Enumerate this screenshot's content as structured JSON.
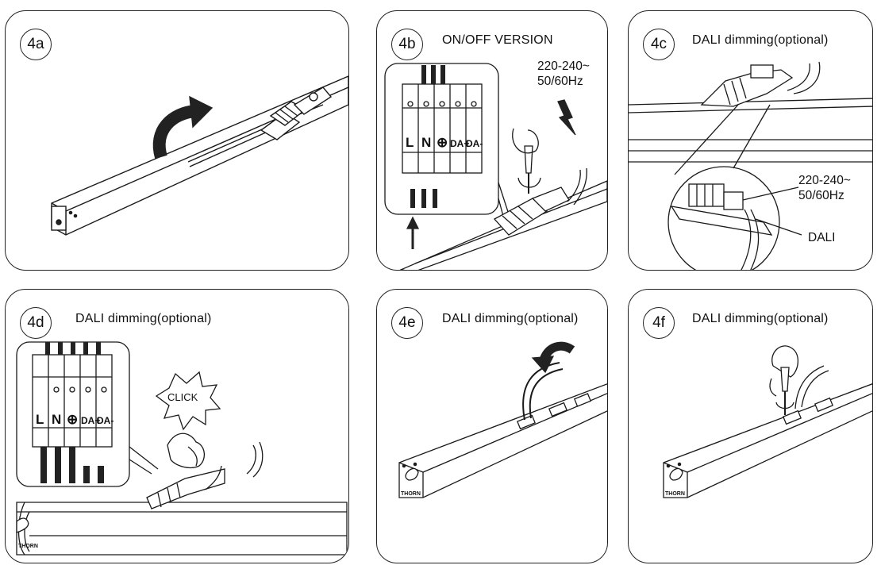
{
  "panels": {
    "4a": {
      "label": "4a"
    },
    "4b": {
      "label": "4b",
      "title": "ON/OFF VERSION",
      "voltage": "220-240~",
      "frequency": "50/60Hz",
      "terminals": [
        "L",
        "N",
        "⊕",
        "DA+",
        "DA-"
      ]
    },
    "4c": {
      "label": "4c",
      "title": "DALI dimming(optional)",
      "voltage": "220-240~",
      "frequency": "50/60Hz",
      "dali": "DALI"
    },
    "4d": {
      "label": "4d",
      "title": "DALI dimming(optional)",
      "click": "CLICK",
      "terminals": [
        "L",
        "N",
        "⊕",
        "DA+",
        "DA-"
      ],
      "brand": "THORN"
    },
    "4e": {
      "label": "4e",
      "title": "DALI dimming(optional)",
      "brand": "THORN"
    },
    "4f": {
      "label": "4f",
      "title": "DALI dimming(optional)",
      "brand": "THORN"
    }
  },
  "colors": {
    "line": "#1a1a1a",
    "fill": "#ffffff",
    "dark": "#2a2a2a"
  }
}
